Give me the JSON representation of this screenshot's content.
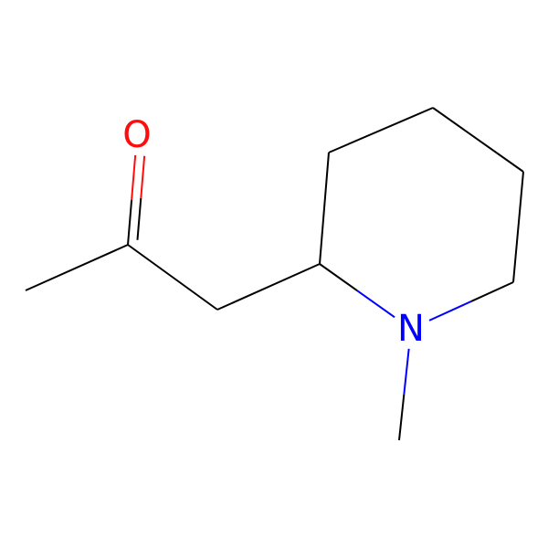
{
  "atoms": [
    {
      "id": "a0",
      "symbol": "O",
      "label": "O"
    },
    {
      "id": "a1",
      "symbol": "C"
    },
    {
      "id": "a2",
      "symbol": "C"
    },
    {
      "id": "a3",
      "symbol": "C"
    },
    {
      "id": "a4",
      "symbol": "C"
    },
    {
      "id": "a5",
      "symbol": "C"
    },
    {
      "id": "a6",
      "symbol": "C"
    },
    {
      "id": "a7",
      "symbol": "C"
    },
    {
      "id": "a8",
      "symbol": "C"
    },
    {
      "id": "a9",
      "symbol": "N",
      "label": "N"
    },
    {
      "id": "a10",
      "symbol": "C"
    }
  ],
  "bonds": [
    {
      "from": "a1",
      "to": "a2",
      "order": 1
    },
    {
      "from": "a1",
      "to": "a0",
      "order": 2
    },
    {
      "from": "a1",
      "to": "a3",
      "order": 1
    },
    {
      "from": "a3",
      "to": "a4",
      "order": 1
    },
    {
      "from": "a4",
      "to": "a5",
      "order": 1
    },
    {
      "from": "a5",
      "to": "a6",
      "order": 1
    },
    {
      "from": "a6",
      "to": "a7",
      "order": 1
    },
    {
      "from": "a7",
      "to": "a8",
      "order": 1
    },
    {
      "from": "a8",
      "to": "a9",
      "order": 1
    },
    {
      "from": "a9",
      "to": "a4",
      "order": 1
    },
    {
      "from": "a9",
      "to": "a10",
      "order": 1
    }
  ],
  "colors": {
    "C": "#000000",
    "O": "#ff0d0d",
    "N": "#0000ff"
  }
}
